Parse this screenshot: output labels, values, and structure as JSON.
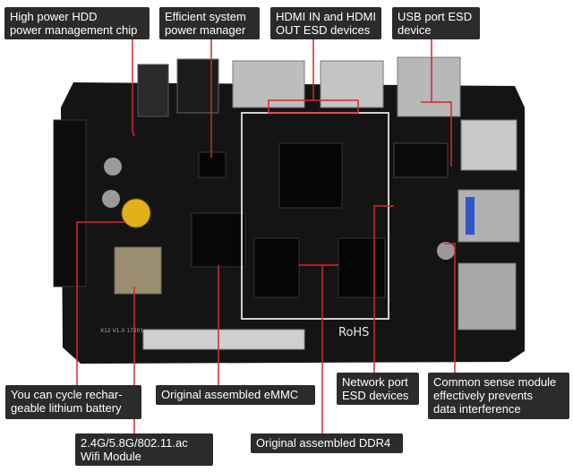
{
  "labels": {
    "hdd_chip": [
      "High power HDD",
      "power management chip"
    ],
    "system_power": [
      "Efficient system",
      "power manager"
    ],
    "hdmi_esd": [
      "HDMI IN and HDMI",
      "OUT ESD devices"
    ],
    "usb_esd": [
      "USB port ESD",
      "device"
    ],
    "battery": [
      "You can cycle rechar-",
      "geable lithium battery"
    ],
    "emmc": [
      "Original assembled eMMC"
    ],
    "network_esd": [
      "Network port",
      "ESD devices"
    ],
    "common_sense": [
      "Common sense module",
      " effectively prevents",
      "data interference"
    ],
    "wifi": [
      "2.4G/5.8G/802.11.ac",
      "Wifi Module"
    ],
    "ddr4": [
      "Original assembled DDR4"
    ]
  },
  "board": {
    "rohs": "RoHS",
    "silk_version": "X12   V1.0   17201"
  },
  "colors": {
    "label_bg": "#2b2b2b",
    "label_text": "#ffffff",
    "callout_line": "#d8262e",
    "pcb": "#111111"
  }
}
